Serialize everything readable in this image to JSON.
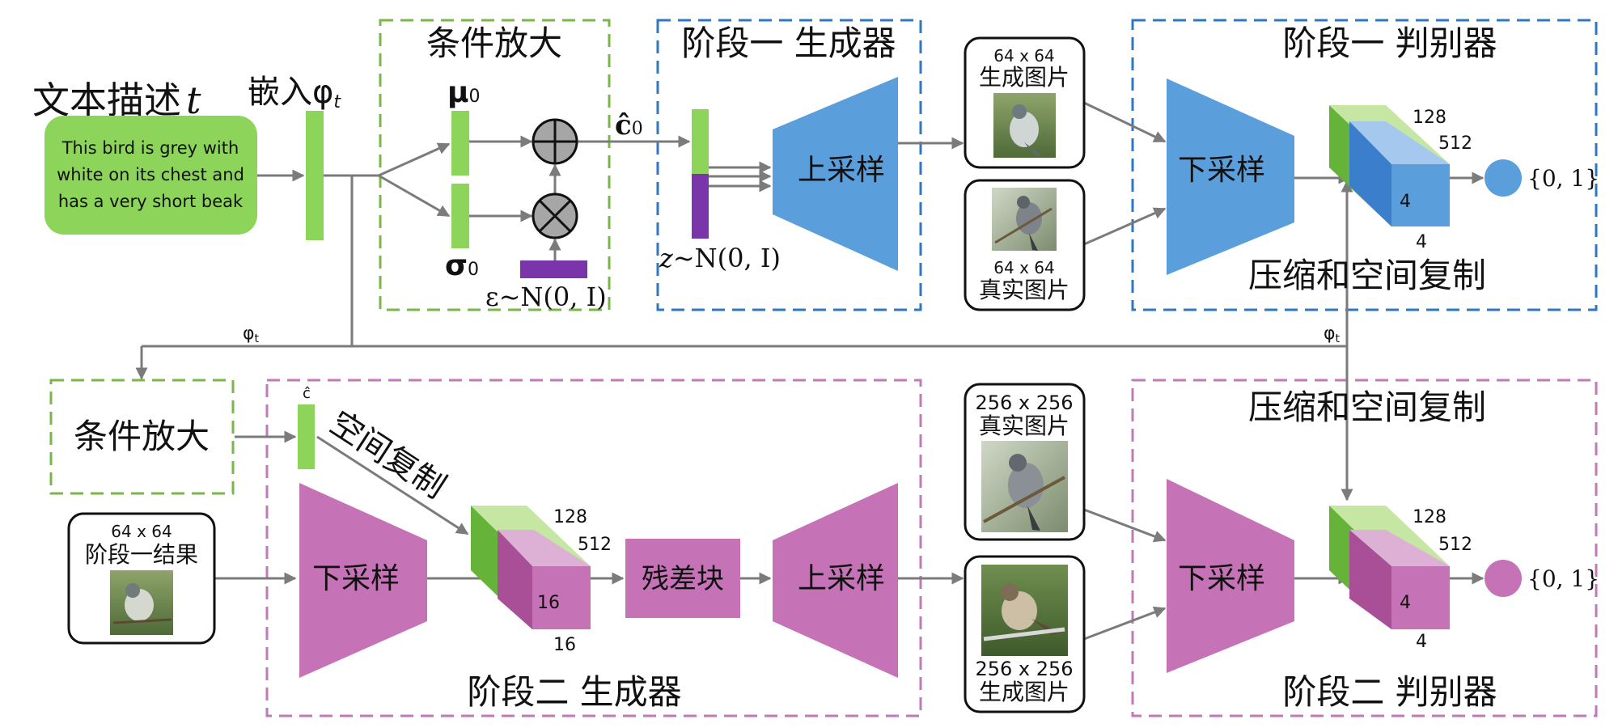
{
  "colors": {
    "green": "#8dd45a",
    "green_light": "#c6e7a4",
    "green_dark": "#66b33a",
    "purple": "#7a35aa",
    "blue": "#5a9fdb",
    "blue_light": "#a5c9ee",
    "blue_dark": "#3b7fcc",
    "magenta": "#c672b6",
    "magenta_light": "#ddb0d5",
    "magenta_dark": "#a94f98",
    "gray_line": "#7b7b7b",
    "green_dash": "#7ab648",
    "blue_dash": "#2f77c2",
    "pink_dash": "#c07ab7"
  },
  "text_input": {
    "heading": "文本描述",
    "variable": "t",
    "description": [
      "This bird is grey with",
      "white on its chest and",
      "has a very short beak"
    ]
  },
  "embedding": {
    "label": "嵌入",
    "symbol": "φ",
    "subscript": "t"
  },
  "conditioning_stage1": {
    "title": "条件放大",
    "mu": "μ",
    "sigma": "σ",
    "subscript": "0",
    "epsilon": "ε~N(0, I)",
    "plus_symbol": "⊕",
    "times_symbol": "⊗"
  },
  "c0": {
    "symbol": "ĉ",
    "subscript": "0"
  },
  "stage1_generator": {
    "title": "阶段一 生成器",
    "noise": "~N(0, I)",
    "noise_var": "z",
    "upsample": "上采样"
  },
  "stage1_images": {
    "generated_size": "64 x 64",
    "generated_label": "生成图片",
    "real_size": "64 x 64",
    "real_label": "真实图片"
  },
  "stage1_discriminator": {
    "title": "阶段一 判别器",
    "downsample": "下采样",
    "dim_top": "128",
    "dim_channels": "512",
    "dim_inner": "4",
    "dim_bottom": "4",
    "output": "{0, 1}",
    "caption": "压缩和空间复制"
  },
  "phi_labels": {
    "left": "φ",
    "right": "φ",
    "subscript": "t"
  },
  "conditioning_stage2": {
    "title": "条件放大"
  },
  "stage1_result": {
    "size": "64 x 64",
    "label": "阶段一结果"
  },
  "stage2_generator": {
    "c_label": "ĉ",
    "spatial_copy": "空间复制",
    "downsample": "下采样",
    "dim_top": "128",
    "dim_channels": "512",
    "dim_inner": "16",
    "dim_bottom": "16",
    "residual": "残差块",
    "upsample": "上采样",
    "title": "阶段二 生成器"
  },
  "stage2_images": {
    "real_size": "256 x 256",
    "real_label": "真实图片",
    "generated_size": "256 x 256",
    "generated_label": "生成图片"
  },
  "stage2_discriminator": {
    "caption": "压缩和空间复制",
    "downsample": "下采样",
    "dim_top": "128",
    "dim_channels": "512",
    "dim_inner": "4",
    "dim_bottom": "4",
    "output": "{0, 1}",
    "title": "阶段二 判别器"
  }
}
